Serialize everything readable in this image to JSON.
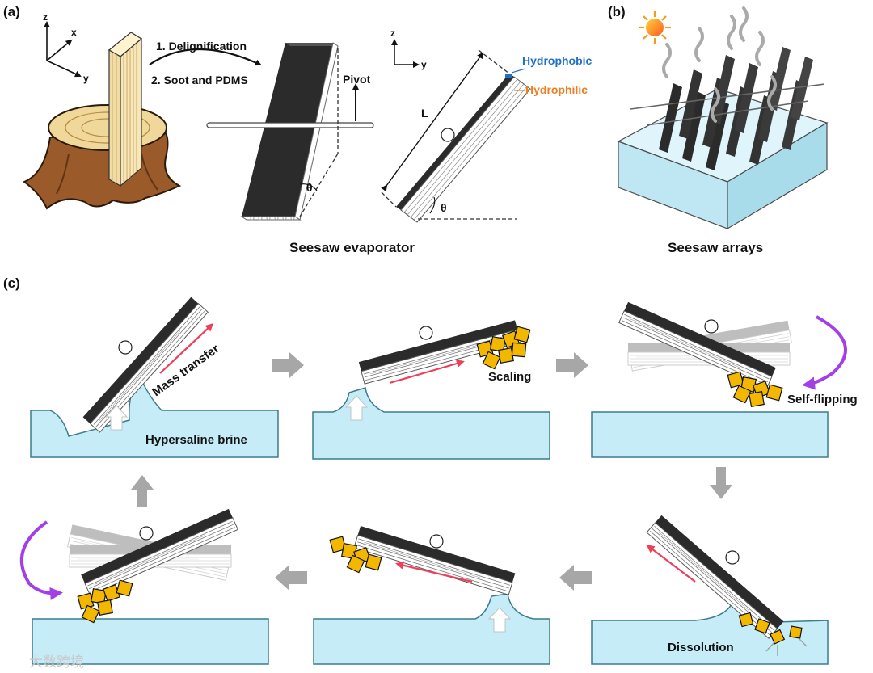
{
  "panels": {
    "a": "(a)",
    "b": "(b)",
    "c": "(c)"
  },
  "panel_a": {
    "axes_3d": {
      "z": "z",
      "x": "x",
      "y": "y"
    },
    "step_1": "1. Delignification",
    "step_2": "2. Soot and PDMS",
    "pivot": "Pivot",
    "theta": "θ",
    "axes_2d": {
      "z": "z",
      "y": "y"
    },
    "length": "L",
    "hydrophobic": "Hydrophobic",
    "hydrophilic": "Hydrophilic",
    "caption": "Seesaw evaporator"
  },
  "panel_b": {
    "caption": "Seesaw arrays"
  },
  "panel_c": {
    "mass_transfer": "Mass transfer",
    "brine": "Hypersaline brine",
    "scaling": "Scaling",
    "self_flipping": "Self-flipping",
    "dissolution": "Dissolution"
  },
  "colors": {
    "water": "#c6ecf7",
    "water_edge": "#3c7c8c",
    "soot": "#2b2b2b",
    "salt": "#f3b700",
    "flow_arrow": "#ee3f5a",
    "flip_arrow": "#a33fe6",
    "hydrophobic": "#1f6fc9",
    "hydrophilic": "#ef7d22",
    "wood": "#f7e6b8"
  },
  "watermark": "大数跨境"
}
